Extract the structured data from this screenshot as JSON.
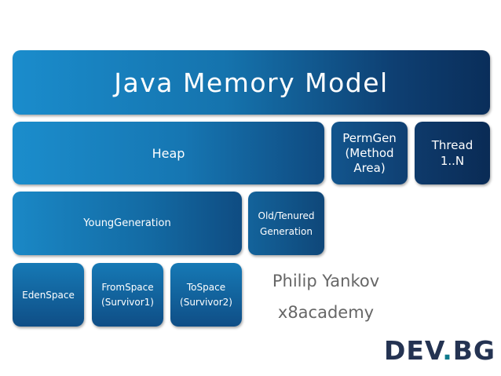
{
  "title": "Java Memory Model",
  "boxes": {
    "heap": "Heap",
    "permgen_line1": "PermGen",
    "permgen_line2": "(Method",
    "permgen_line3": "Area)",
    "thread_line1": "Thread",
    "thread_line2": "1..N",
    "young": "YoungGeneration",
    "old_line1": "Old/Tenured",
    "old_line2": "Generation",
    "eden": "EdenSpace",
    "from_line1": "FromSpace",
    "from_line2": "(Survivor1)",
    "to_line1": "ToSpace",
    "to_line2": "(Survivor2)"
  },
  "author": {
    "name": "Philip Yankov",
    "org": "x8academy"
  },
  "logo": {
    "left": "DEV",
    "dot": ".",
    "right": "BG"
  }
}
